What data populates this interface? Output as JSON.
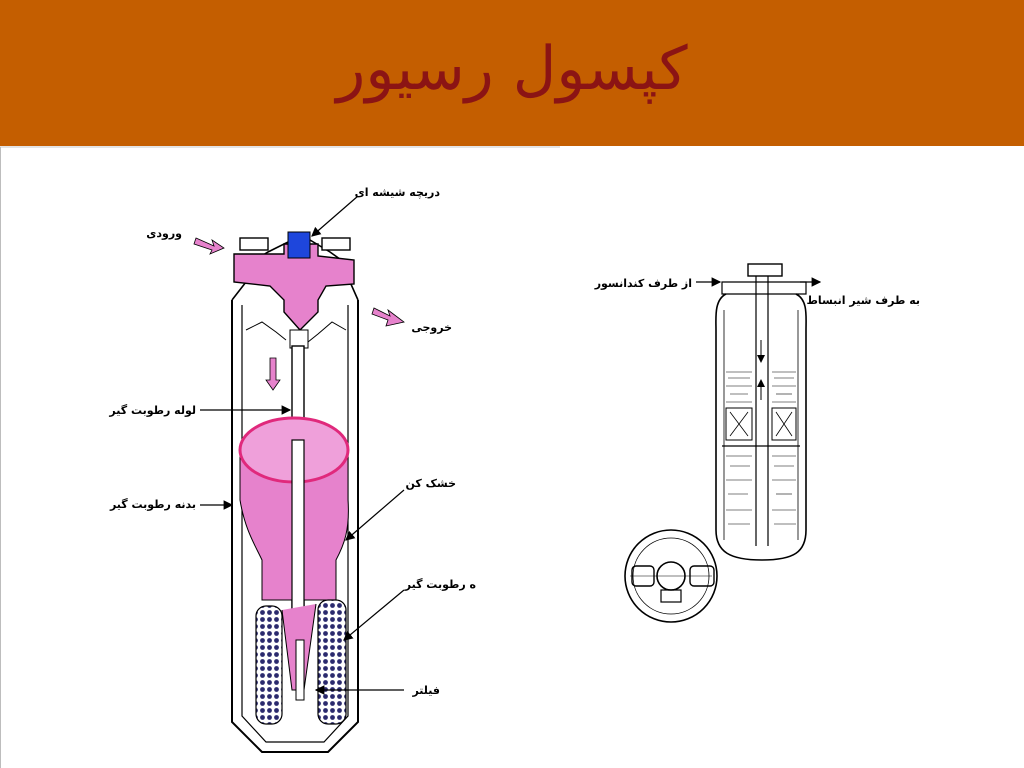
{
  "slide": {
    "title": "کپسول رسیور",
    "colors": {
      "title_bar": "#C45E00",
      "title_text": "#8B1414",
      "pink": "#E682CC",
      "pink_dark": "#C84FA0",
      "blue_window": "#1E46DC",
      "desiccant_dots": "#2B2A6E"
    }
  },
  "diagram_left": {
    "labels": {
      "sight_glass": "دریچه شیشه ای",
      "inlet": "ورودی",
      "outlet": "خروجی",
      "pickup_tube": "لوله رطوبت گیر",
      "drier_body": "بدنه رطوبت گیر",
      "dryer": "خشک کن",
      "desiccant": "ه رطوبت گیر",
      "filter": "فیلتر"
    }
  },
  "diagram_right": {
    "labels": {
      "from_condenser": "از طرف کندانسور",
      "to_expansion_valve": "به طرف شیر انبساط"
    }
  }
}
